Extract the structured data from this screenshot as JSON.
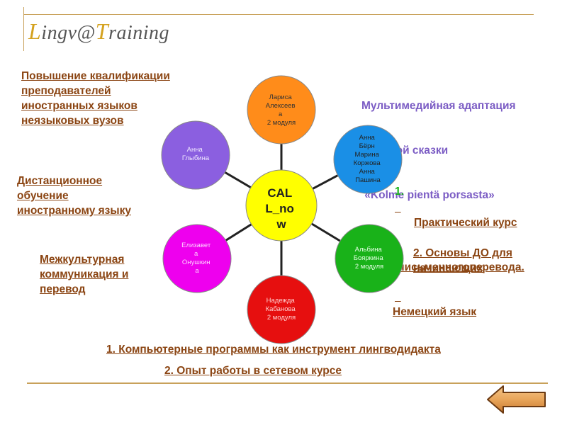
{
  "logo": {
    "L": "L",
    "ingv": "ingv@",
    "T": "T",
    "raining": "raining"
  },
  "left_texts": [
    [
      "Повышение квалификации",
      "преподавателей",
      "иностранных языков",
      "неязыковых вузов"
    ],
    [
      "Дистанционное",
      "обучение",
      "иностранному языку"
    ],
    [
      "Межкультурная",
      "коммуникация и",
      "перевод"
    ]
  ],
  "right_top": [
    "Мультимедийная адаптация",
    "финской сказки",
    " «Kolme pientä porsasta»"
  ],
  "right_mid": {
    "number": "1.",
    "lines": [
      "Практический курс",
      " письменногоперевода.",
      "Немецкий язык"
    ]
  },
  "right_low": [
    "2. Основы ДО для",
    "начинающих"
  ],
  "bottom": [
    "1. Компьютерные программы как инструмент лингводидакта",
    "2. Опыт работы в сетевом курсе"
  ],
  "center": {
    "lines": [
      "CAL",
      "L_no",
      "w"
    ],
    "color": "#ffff00"
  },
  "nodes": [
    {
      "lines": [
        "Лариса",
        "Алексеев",
        "а",
        "2 модуля"
      ],
      "color": "#ff8c1a"
    },
    {
      "lines": [
        "Анна",
        "Бёрн",
        "Марина",
        "Коржова",
        "Анна",
        "Пашина"
      ],
      "color": "#1a8fe6"
    },
    {
      "lines": [
        "Альбина",
        "Бояркина",
        "2 модуля"
      ],
      "color": "#19b219"
    },
    {
      "lines": [
        "Надежда",
        "Кабанова",
        "2 модуля"
      ],
      "color": "#e60f0f"
    },
    {
      "lines": [
        "Елизавет",
        "а",
        "Онушкин",
        "а"
      ],
      "color": "#ee00ee"
    },
    {
      "lines": [
        "Анна",
        "Глыбина"
      ],
      "color": "#8b5fe0"
    }
  ]
}
